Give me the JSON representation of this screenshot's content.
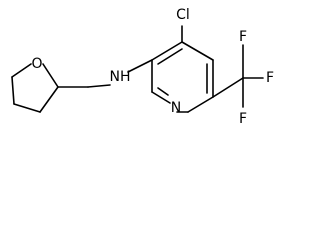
{
  "structure": {
    "type": "chemical-structure",
    "atom_labels": {
      "ring_oxygen": "O",
      "amine": "NH",
      "pyridine_nitrogen": "N",
      "chlorine": "Cl",
      "fluorine_top": "F",
      "fluorine_right": "F",
      "fluorine_bottom": "F"
    },
    "colors": {
      "bond": "#000000",
      "label": "#000000",
      "background": "#ffffff"
    }
  }
}
